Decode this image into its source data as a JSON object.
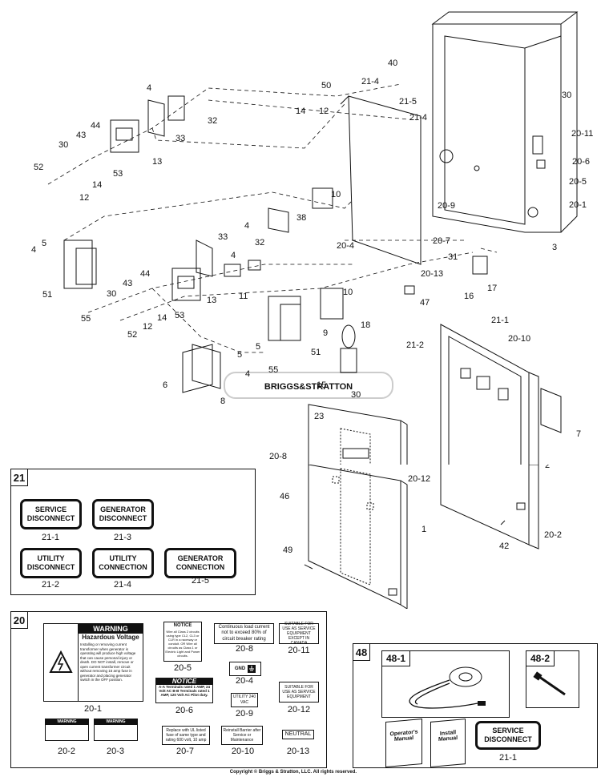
{
  "callouts": {
    "c4a": "4",
    "c50": "50",
    "c21_4a": "21-4",
    "c21_5a": "21-5",
    "c21_4b": "21-4",
    "c40": "40",
    "c30a": "30",
    "c32a": "32",
    "c33a": "33",
    "c44a": "44",
    "c43a": "43",
    "c30b": "30",
    "c13a": "13",
    "c52a": "52",
    "c53a": "53",
    "c14a": "14",
    "c12a": "12",
    "c14b": "14",
    "c12b": "12",
    "c20_11": "20-11",
    "c20_6": "20-6",
    "c20_5": "20-5",
    "c20_1": "20-1",
    "c3": "3",
    "c10a": "10",
    "c38": "38",
    "c4b": "4",
    "c32b": "32",
    "c33b": "33",
    "c20_9": "20-9",
    "c20_4": "20-4",
    "c20_7": "20-7",
    "c20_13": "20-13",
    "c5a": "5",
    "c4c": "4",
    "c4d": "4",
    "c51a": "51",
    "c55a": "55",
    "c11": "11",
    "c43b": "43",
    "c44b": "44",
    "c30c": "30",
    "c13b": "13",
    "c53b": "53",
    "c52b": "52",
    "c12c": "12",
    "c14c": "14",
    "c31": "31",
    "c17": "17",
    "c16": "16",
    "c47": "47",
    "c10b": "10",
    "c9": "9",
    "c18": "18",
    "c5b": "5",
    "c5c": "5",
    "c4e": "4",
    "c51b": "51",
    "c55b": "55",
    "c6": "6",
    "c8": "8",
    "c15": "15",
    "c30d": "30",
    "c21_1": "21-1",
    "c20_10": "20-10",
    "c21_2": "21-2",
    "c7": "7",
    "c23": "23",
    "c20_8": "20-8",
    "c20_12": "20-12",
    "c46": "46",
    "c2": "2",
    "c1": "1",
    "c49": "49",
    "c20_2": "20-2",
    "c42": "42"
  },
  "box21": {
    "number": "21",
    "labels": [
      {
        "text": "SERVICE DISCONNECT",
        "num": "21-1"
      },
      {
        "text": "GENERATOR DISCONNECT",
        "num": "21-3"
      },
      {
        "text": "UTILITY DISCONNECT",
        "num": "21-2"
      },
      {
        "text": "UTILITY CONNECTION",
        "num": "21-4"
      },
      {
        "text": "GENERATOR CONNECTION",
        "num": "21-5"
      }
    ]
  },
  "box20": {
    "number": "20",
    "warning_head": "WARNING",
    "warning_title": "Hazardous Voltage",
    "warning_body": "Installing or removing current transformer when generator is operating will produce high voltage that can cause personal injury or death. DO NOT install, remove or open current transformer circuit without removing 15 amp fuse in generator and placing generator switch in the OFF position.",
    "n20_1": "20-1",
    "notice_head": "NOTICE",
    "notice_body": "Wire all Class 2 circuits using type CL2, CL3 or CLR in a raceway or conduit. OR Wire all circuits as Class 1 or Electric Light and Power circuits.",
    "n20_5": "20-5",
    "continuous": "Continuous load current not to exceed 80% of circuit breaker rating",
    "n20_8": "20-8",
    "suitable_canada": "SUITABLE FOR USE AS SERVICE EQUIPMENT EXCEPT IN CANADA",
    "n20_11": "20-11",
    "notice2_head": "NOTICE",
    "notice2_body": "A-A Terminals rated 1 AMP, 24 Volt AC B-B Terminals rated 1 AMP, 120 Volt AC Pilot duty.",
    "n20_6": "20-6",
    "gnd": "GND",
    "n20_4": "20-4",
    "utility240": "UTILITY 240 VAC",
    "n20_9": "20-9",
    "suitable": "SUITABLE FOR USE AS SERVICE EQUIPMENT",
    "n20_12": "20-12",
    "warning_small": "WARNING",
    "n20_2": "20-2",
    "n20_3": "20-3",
    "replace": "Replace with UL listed fuse of same type and rating 600 volt, 10 amp",
    "n20_7": "20-7",
    "reinstall": "Reinstall Barrier after Service or Maintenance",
    "n20_10": "20-10",
    "neutral": "NEUTRAL",
    "n20_13": "20-13"
  },
  "box48": {
    "number": "48",
    "sub1": "48-1",
    "sub2": "48-2",
    "manual1": "Operator's Manual",
    "manual2": "Install Manual",
    "service": "SERVICE DISCONNECT",
    "n21_1": "21-1"
  },
  "watermark": "BRIGGS&STRATTON",
  "copyright": "Copyright © Briggs & Stratton, LLC. All rights reserved."
}
